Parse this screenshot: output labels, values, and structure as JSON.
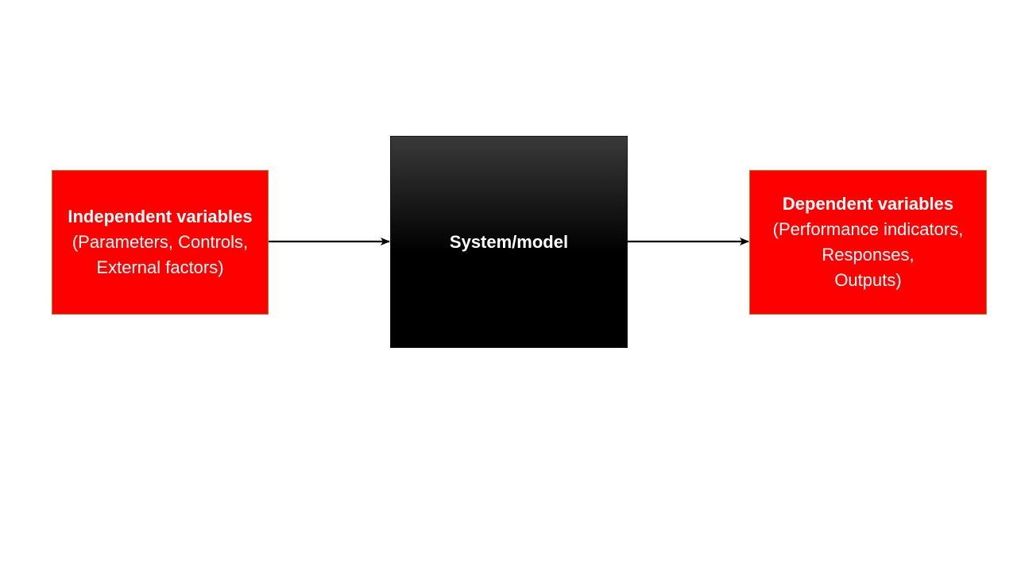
{
  "diagram": {
    "inputs": {
      "title": "Independent variables",
      "lines": [
        "(Parameters, Controls,",
        "External factors)"
      ]
    },
    "system": {
      "label": "System/model"
    },
    "outputs": {
      "title": "Dependent variables",
      "lines": [
        "(Performance indicators,",
        "Responses,",
        "Outputs)"
      ]
    }
  },
  "colors": {
    "box_fill": "#ff0000",
    "system_top": "#3a3a3a",
    "system_bottom": "#000000",
    "arrow": "#000000",
    "text": "#ffffff"
  }
}
